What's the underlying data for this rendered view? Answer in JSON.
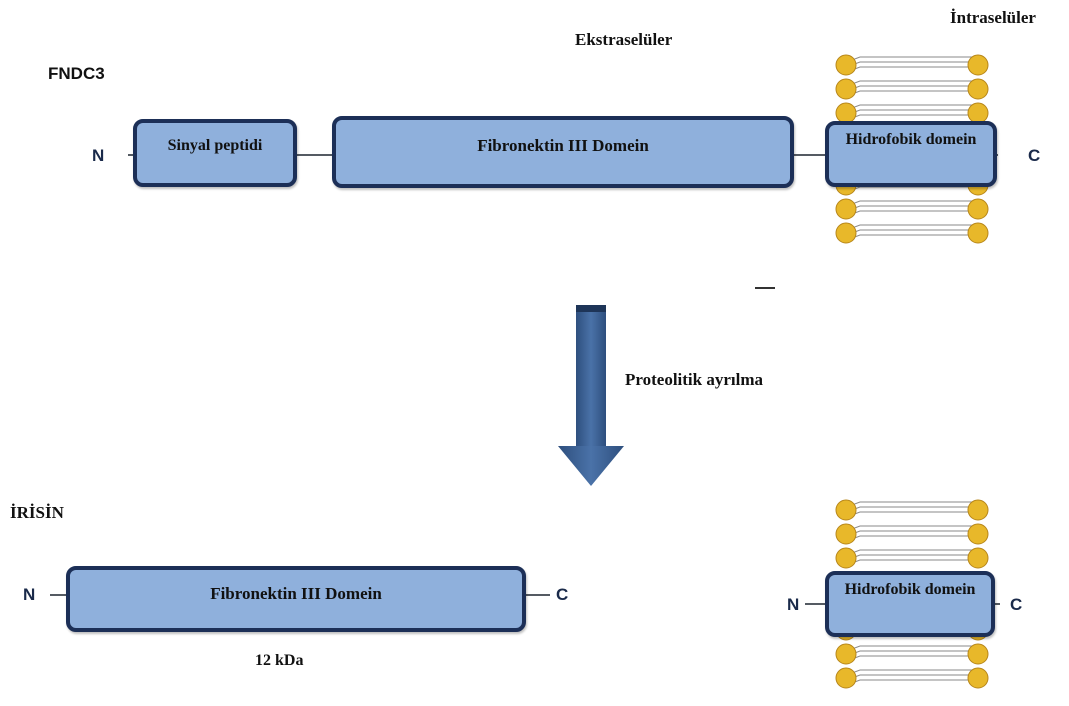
{
  "labels": {
    "extracellular": "Ekstraselüler",
    "intracellular": "İntraselüler",
    "proteolytic_cleavage": "Proteolitik ayrılma",
    "weight": "12 kDa"
  },
  "fndc3": {
    "title": "FNDC3",
    "n_terminal": "N",
    "c_terminal": "C",
    "signal_peptide": "Sinyal peptidi",
    "fibronectin_domain": "Fibronektin III Domein",
    "hydrophobic_domain": "Hidrofobik domein"
  },
  "irisin": {
    "title": "İRİSİN",
    "n_terminal": "N",
    "c_terminal": "C",
    "fibronectin_domain": "Fibronektin III Domein"
  },
  "fragment": {
    "n_terminal": "N",
    "c_terminal": "C",
    "hydrophobic_domain": "Hidrofobik domein"
  },
  "colors": {
    "domain_fill": "#8fb0dc",
    "domain_border": "#1c2f57",
    "arrow": "#3f6496",
    "lipid_head": "#e8b82a"
  }
}
